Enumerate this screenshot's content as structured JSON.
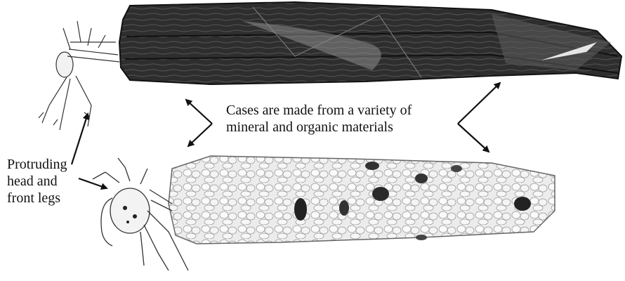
{
  "annotations": {
    "cases_line1": "Cases are made from a variety of",
    "cases_line2": "mineral and organic materials",
    "head_line1": "Protruding",
    "head_line2": "head and",
    "head_line3": "front legs"
  },
  "colors": {
    "ink": "#111111",
    "wood_case": "#2b2b2b",
    "stone_case": "#e9e9e9",
    "background": "#ffffff"
  }
}
